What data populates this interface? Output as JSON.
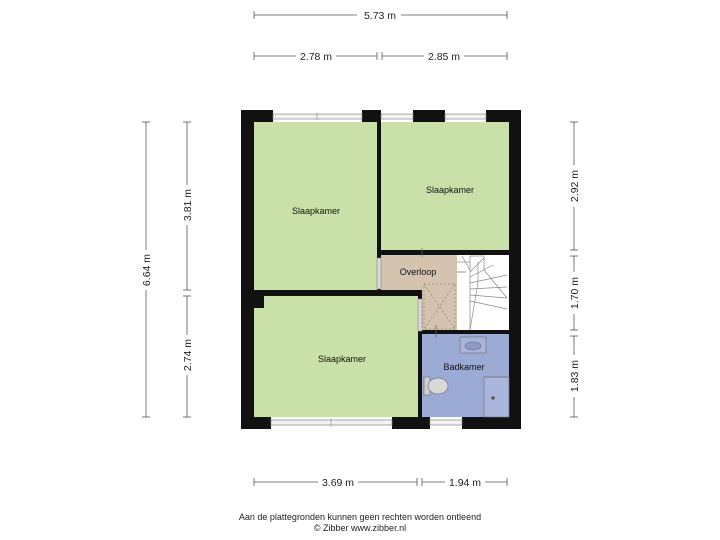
{
  "dimensions": {
    "top_total": "5.73 m",
    "top_left": "2.78 m",
    "top_right": "2.85 m",
    "left_total": "6.64 m",
    "left_upper": "3.81 m",
    "left_lower": "2.74 m",
    "right_upper": "2.92 m",
    "right_middle": "1.70 m",
    "right_lower": "1.83 m",
    "bottom_left": "3.69 m",
    "bottom_right": "1.94 m"
  },
  "rooms": {
    "bedroom_top_left": "Slaapkamer",
    "bedroom_top_right": "Slaapkamer",
    "landing": "Overloop",
    "bedroom_bottom_left": "Slaapkamer",
    "bathroom": "Badkamer"
  },
  "colors": {
    "bedroom": "#c9e1a8",
    "landing": "#d4c3ae",
    "bathroom": "#9cabd6",
    "wall": "#111111",
    "stairs": "#ffffff"
  },
  "footer": {
    "line1": "Aan de plattegronden kunnen geen rechten worden ontleend",
    "line2": "© Zibber www.zibber.nl"
  }
}
